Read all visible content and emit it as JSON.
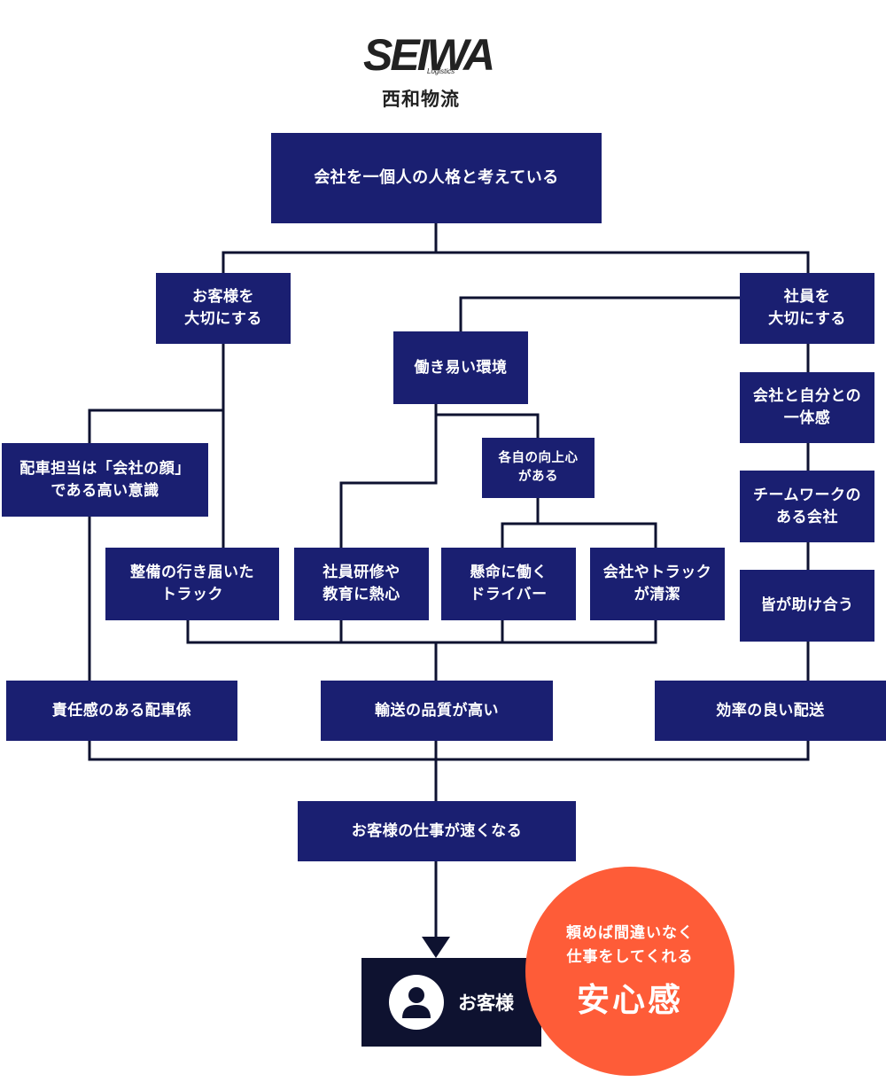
{
  "logo": {
    "mark": "SEIWA",
    "sub": "Logistics"
  },
  "company_name": "西和物流",
  "nodes": {
    "root": "会社を一個人の人格と考えている",
    "customer_care": "お客様を\n大切にする",
    "employee_care": "社員を\n大切にする",
    "work_env": "働き易い環境",
    "self_improve": "各自の向上心\nがある",
    "dispatch_face": "配車担当は「会社の顔」\nである高い意識",
    "unity": "会社と自分との\n一体感",
    "teamwork": "チームワークの\nある会社",
    "mutual_help": "皆が助け合う",
    "maintained_trucks": "整備の行き届いた\nトラック",
    "training": "社員研修や\n教育に熱心",
    "hardworking": "懸命に働く\nドライバー",
    "clean": "会社やトラック\nが清潔",
    "responsible": "責任感のある配車係",
    "quality": "輸送の品質が高い",
    "efficient": "効率の良い配送",
    "faster": "お客様の仕事が速くなる"
  },
  "customer": {
    "label": "お客様",
    "icon": "user-icon"
  },
  "badge": {
    "line1": "頼めば間違いなく",
    "line2": "仕事をしてくれる",
    "big": "安心感"
  },
  "colors": {
    "node": "#1a1f71",
    "customer": "#0e1230",
    "badge": "#fe5c38",
    "line": "#0e1230"
  }
}
